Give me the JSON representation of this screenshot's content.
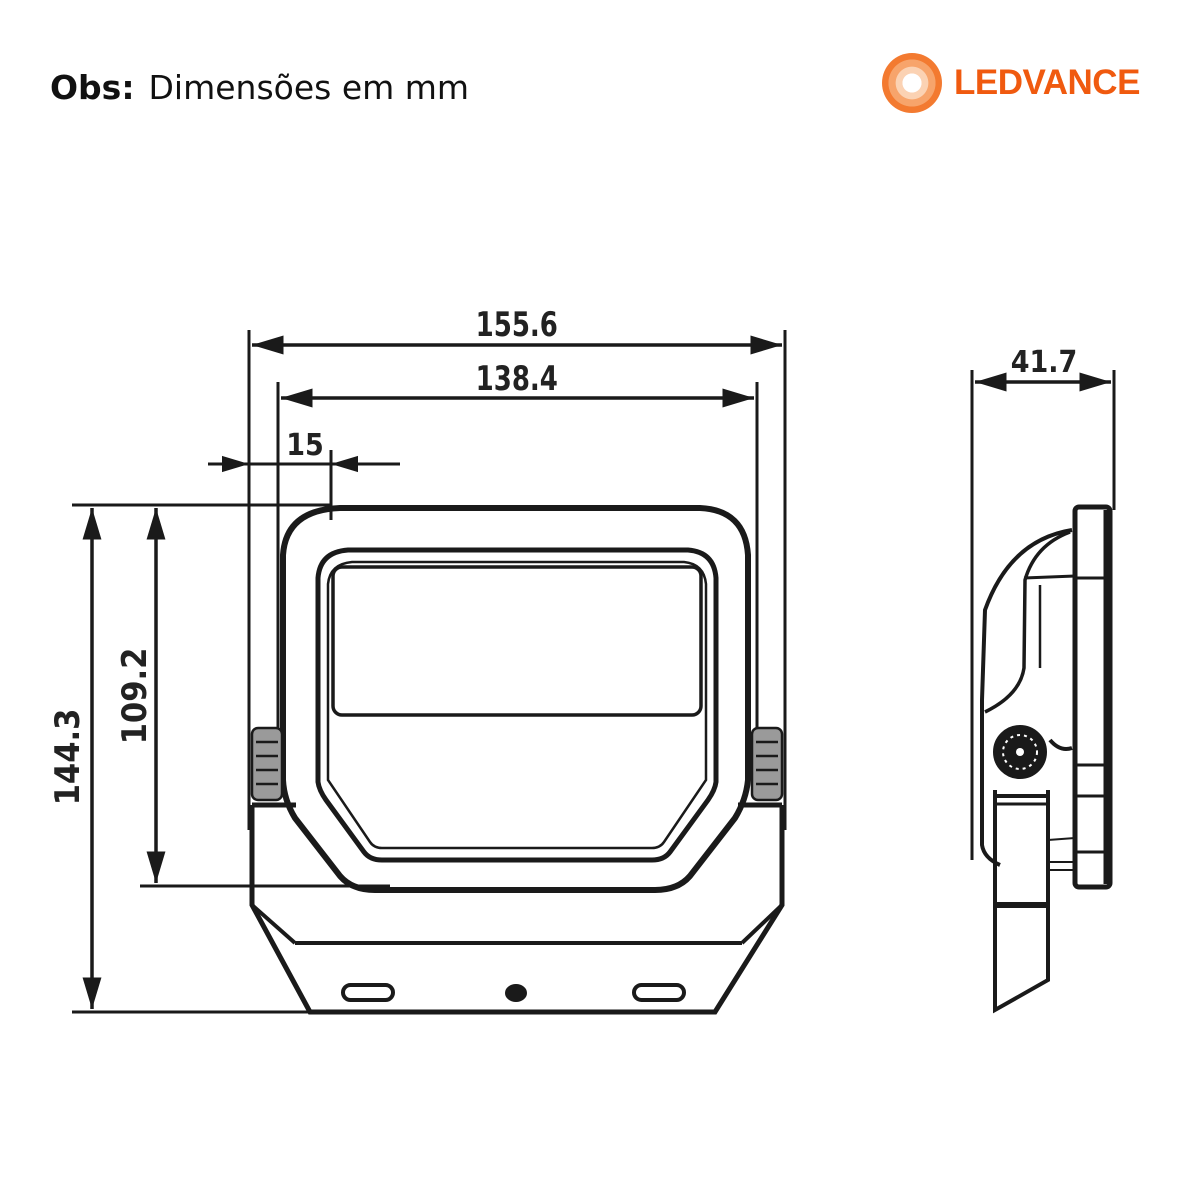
{
  "header": {
    "note_label": "Obs:",
    "note_text": "Dimensões em mm"
  },
  "brand": {
    "name": "LEDVANCE",
    "logo_icon": "ledvance-ring-logo-icon",
    "color": "#f05a0f"
  },
  "front_view": {
    "dimensions": {
      "overall_width": "155.6",
      "bracket_width": "138.4",
      "bracket_offset": "15",
      "overall_height": "144.3",
      "body_height": "109.2"
    }
  },
  "side_view": {
    "dimensions": {
      "depth": "41.7"
    }
  },
  "colors": {
    "line": "#1a1a1a",
    "background": "#ffffff"
  }
}
